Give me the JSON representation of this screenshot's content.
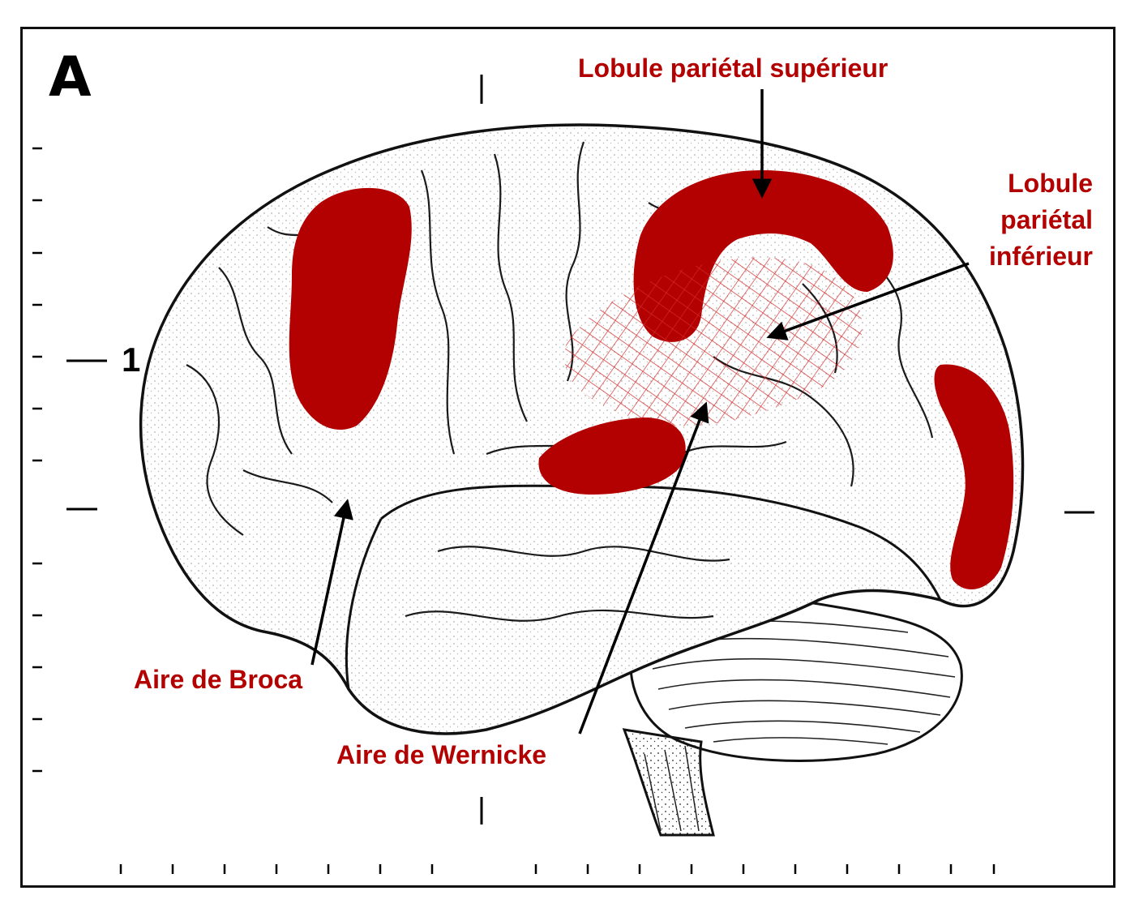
{
  "panel_letter": "A",
  "axis_marker": "1",
  "colors": {
    "highlight": "#b30000",
    "hatch": "#d42a2a",
    "outline": "#111111"
  },
  "labels": {
    "superior_parietal": "Lobule pariétal supérieur",
    "inferior_parietal_1": "Lobule",
    "inferior_parietal_2": "pariétal",
    "inferior_parietal_3": "inférieur",
    "broca": "Aire de Broca",
    "wernicke": "Aire de Wernicke"
  }
}
